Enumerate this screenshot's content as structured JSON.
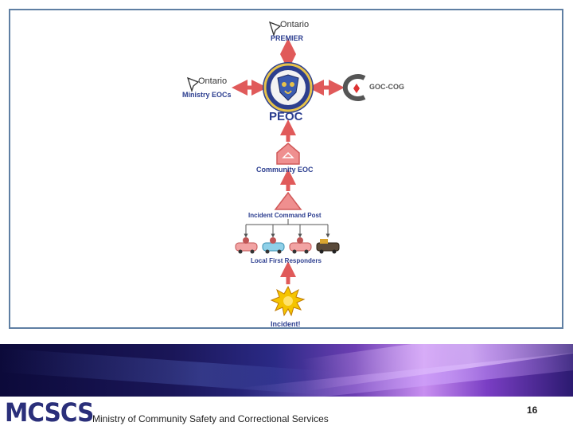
{
  "diagram": {
    "premier_brand": "Ontario",
    "premier_label": "PREMIER",
    "ministry_brand": "Ontario",
    "ministry_label": "Ministry EOCs",
    "goc_label": "GOC-COG",
    "peoc_label": "PEOC",
    "community_label": "Community EOC",
    "icp_label": "Incident Command Post",
    "responders_label": "Local First Responders",
    "incident_label": "Incident!"
  },
  "footer": {
    "logo": "MCSCS",
    "ministry": "Ministry of Community Safety and Correctional Services",
    "page": "16"
  },
  "colors": {
    "arrow": "#e05a5a",
    "label": "#2b3d8f",
    "frame": "#5f7fa3",
    "house": "#ef8f8f"
  }
}
